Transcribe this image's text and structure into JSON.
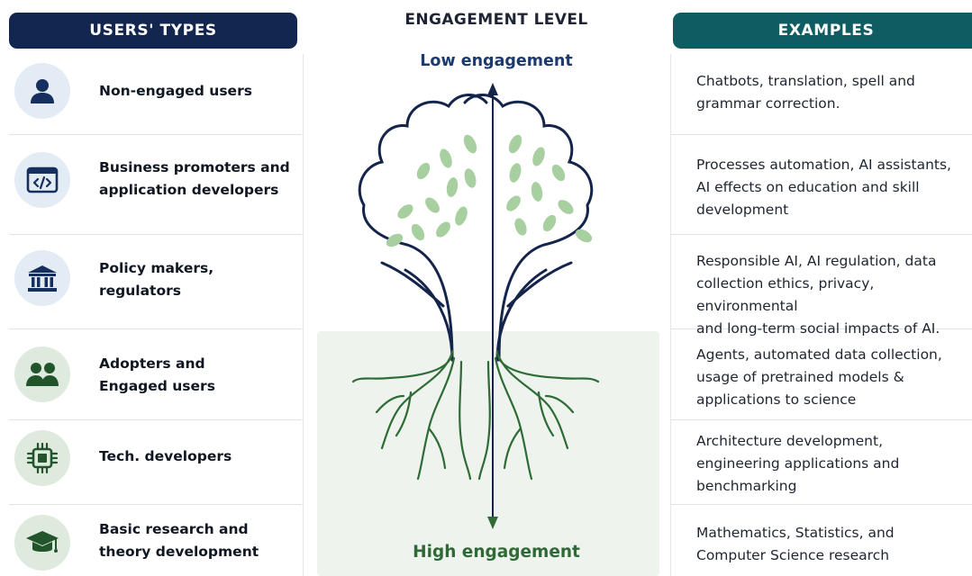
{
  "headers": {
    "users_types": "USERS' TYPES",
    "engagement_level": "ENGAGEMENT LEVEL",
    "examples": "EXAMPLES"
  },
  "colors": {
    "users_header": "#13264f",
    "examples_header": "#0f5d62",
    "icon_bg": "#e3ebf4",
    "icon_fg": "#15305e",
    "icon_bg_green": "#dfeadf",
    "icon_fg_green": "#22552b",
    "trunk_line": "#14244a",
    "root_line": "#2e6b35",
    "leaf": "#a8cfa0"
  },
  "axis": {
    "top_label": "Low engagement",
    "bottom_label": "High engagement"
  },
  "rows": [
    {
      "icon": "user-icon",
      "user_type": [
        "Non-engaged users"
      ],
      "example": [
        "Chatbots, translation, spell and",
        "grammar correction."
      ]
    },
    {
      "icon": "code-window-icon",
      "user_type": [
        "Business promoters and",
        "application developers"
      ],
      "example": [
        "Processes automation, AI assistants,",
        "AI effects on education and skill",
        "development"
      ]
    },
    {
      "icon": "government-building-icon",
      "user_type": [
        "Policy makers,",
        "regulators"
      ],
      "example": [
        "Responsible AI, AI regulation, data",
        "collection ethics, privacy, environmental",
        "and long-term social impacts of AI."
      ]
    },
    {
      "icon": "users-group-icon",
      "user_type": [
        "Adopters and",
        "Engaged users"
      ],
      "example": [
        "Agents, automated data collection,",
        "usage of pretrained models &",
        "applications to science"
      ]
    },
    {
      "icon": "chip-icon",
      "user_type": [
        "Tech. developers"
      ],
      "example": [
        "Architecture development,",
        "engineering applications and",
        "benchmarking"
      ]
    },
    {
      "icon": "graduation-cap-icon",
      "user_type": [
        "Basic research and",
        "theory development"
      ],
      "example": [
        "Mathematics, Statistics, and",
        "Computer Science research"
      ]
    }
  ]
}
